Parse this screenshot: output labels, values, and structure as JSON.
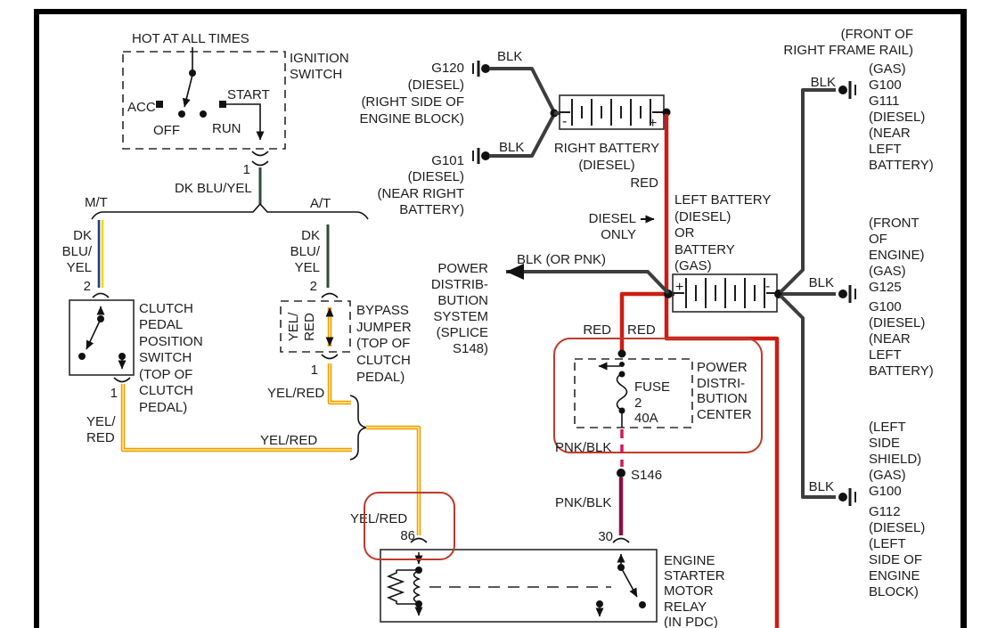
{
  "diagram": {
    "ignition": {
      "hot": "HOT AT ALL TIMES",
      "name": [
        "IGNITION",
        "SWITCH"
      ],
      "acc": "ACC",
      "off": "OFF",
      "run": "RUN",
      "start": "START",
      "pin": "1",
      "wire": "DK BLU/YEL"
    },
    "split": {
      "mt": "M/T",
      "at": "A/T"
    },
    "clutch_switch": {
      "wire_in": [
        "DK",
        "BLU/",
        "YEL"
      ],
      "pin_in": "2",
      "label": [
        "CLUTCH",
        "PEDAL",
        "POSITION",
        "SWITCH",
        "(TOP OF",
        "CLUTCH",
        "PEDAL)"
      ],
      "pin_out": "1",
      "wire_out": [
        "YEL/",
        "RED"
      ],
      "wire_run": "YEL/RED"
    },
    "bypass_jumper": {
      "wire_in": [
        "DK",
        "BLU/",
        "YEL"
      ],
      "pin_in": "2",
      "wire_internal": [
        "YEL/",
        "RED"
      ],
      "label": [
        "BYPASS",
        "JUMPER",
        "(TOP OF",
        "CLUTCH",
        "PEDAL)"
      ],
      "pin_out": "1",
      "wire_out": "YEL/RED"
    },
    "relay": {
      "wire_in": "YEL/RED",
      "pin_coil": "86",
      "pin_switch": "30",
      "label": [
        "ENGINE",
        "STARTER",
        "MOTOR",
        "RELAY",
        "(IN PDC)"
      ]
    },
    "g120": {
      "wire": "BLK",
      "label": [
        "G120",
        "(DIESEL)",
        "(RIGHT SIDE OF",
        "ENGINE BLOCK)"
      ]
    },
    "g101": {
      "wire": "BLK",
      "label": [
        "G101",
        "(DIESEL)",
        "(NEAR RIGHT",
        "BATTERY)"
      ]
    },
    "right_battery": {
      "label": [
        "RIGHT BATTERY",
        "(DIESEL)"
      ],
      "minus": "-",
      "plus": "+",
      "wire": "RED"
    },
    "left_battery": {
      "label": [
        "LEFT BATTERY",
        "(DIESEL)",
        "OR",
        "BATTERY",
        "(GAS)"
      ],
      "plus": "+",
      "minus": "-"
    },
    "diesel_only": [
      "DIESEL",
      "ONLY"
    ],
    "pds": {
      "label": [
        "POWER",
        "DISTRIB-",
        "BUTION",
        "SYSTEM",
        "(SPLICE",
        "S148)"
      ],
      "wire": "BLK (OR PNK)"
    },
    "pdc": {
      "red_left": "RED",
      "red_right": "RED",
      "fuse": [
        "FUSE",
        "2",
        "40A"
      ],
      "label": [
        "POWER",
        "DISTRI-",
        "BUTION",
        "CENTER"
      ],
      "wire_out": "PNK/BLK",
      "splice": "S146",
      "wire_out2": "PNK/BLK"
    },
    "gnd_frame_rail": {
      "wire": "BLK",
      "header": [
        "(FRONT OF",
        "RIGHT FRAME RAIL)"
      ],
      "label": [
        "(GAS)",
        "G100",
        "G111",
        "(DIESEL)",
        "(NEAR",
        "LEFT",
        "BATTERY)"
      ]
    },
    "gnd_front_engine": {
      "wire": "BLK",
      "label": [
        "(FRONT",
        "OF",
        "ENGINE)",
        "(GAS)",
        "G125",
        "G100",
        "(DIESEL)",
        "(NEAR",
        "LEFT",
        "BATTERY)"
      ]
    },
    "gnd_left_shield": {
      "wire": "BLK",
      "label": [
        "(LEFT",
        "SIDE",
        "SHIELD)",
        "(GAS)",
        "G100",
        "G112",
        "(DIESEL)",
        "(LEFT",
        "SIDE OF",
        "ENGINE",
        "BLOCK)"
      ]
    }
  }
}
